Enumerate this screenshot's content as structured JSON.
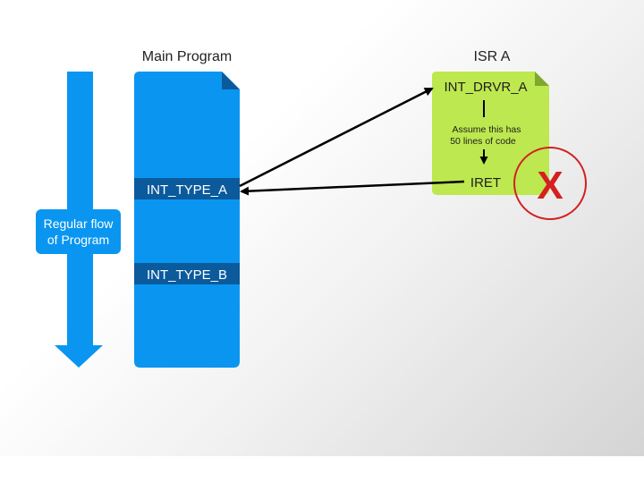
{
  "main_program": {
    "title": "Main Program",
    "entries": [
      "INT_TYPE_A",
      "INT_TYPE_B"
    ]
  },
  "flow": {
    "label_line1": "Regular flow",
    "label_line2": "of Program"
  },
  "isr": {
    "title": "ISR A",
    "driver": "INT_DRVR_A",
    "note_line1": "Assume this has",
    "note_line2": "50 lines of code",
    "return": "IRET"
  },
  "marker": {
    "symbol": "X"
  },
  "colors": {
    "program_blue": "#0a96f0",
    "entry_dark_blue": "#0b5a9c",
    "isr_green": "#bde84f",
    "marker_red": "#d42020"
  }
}
